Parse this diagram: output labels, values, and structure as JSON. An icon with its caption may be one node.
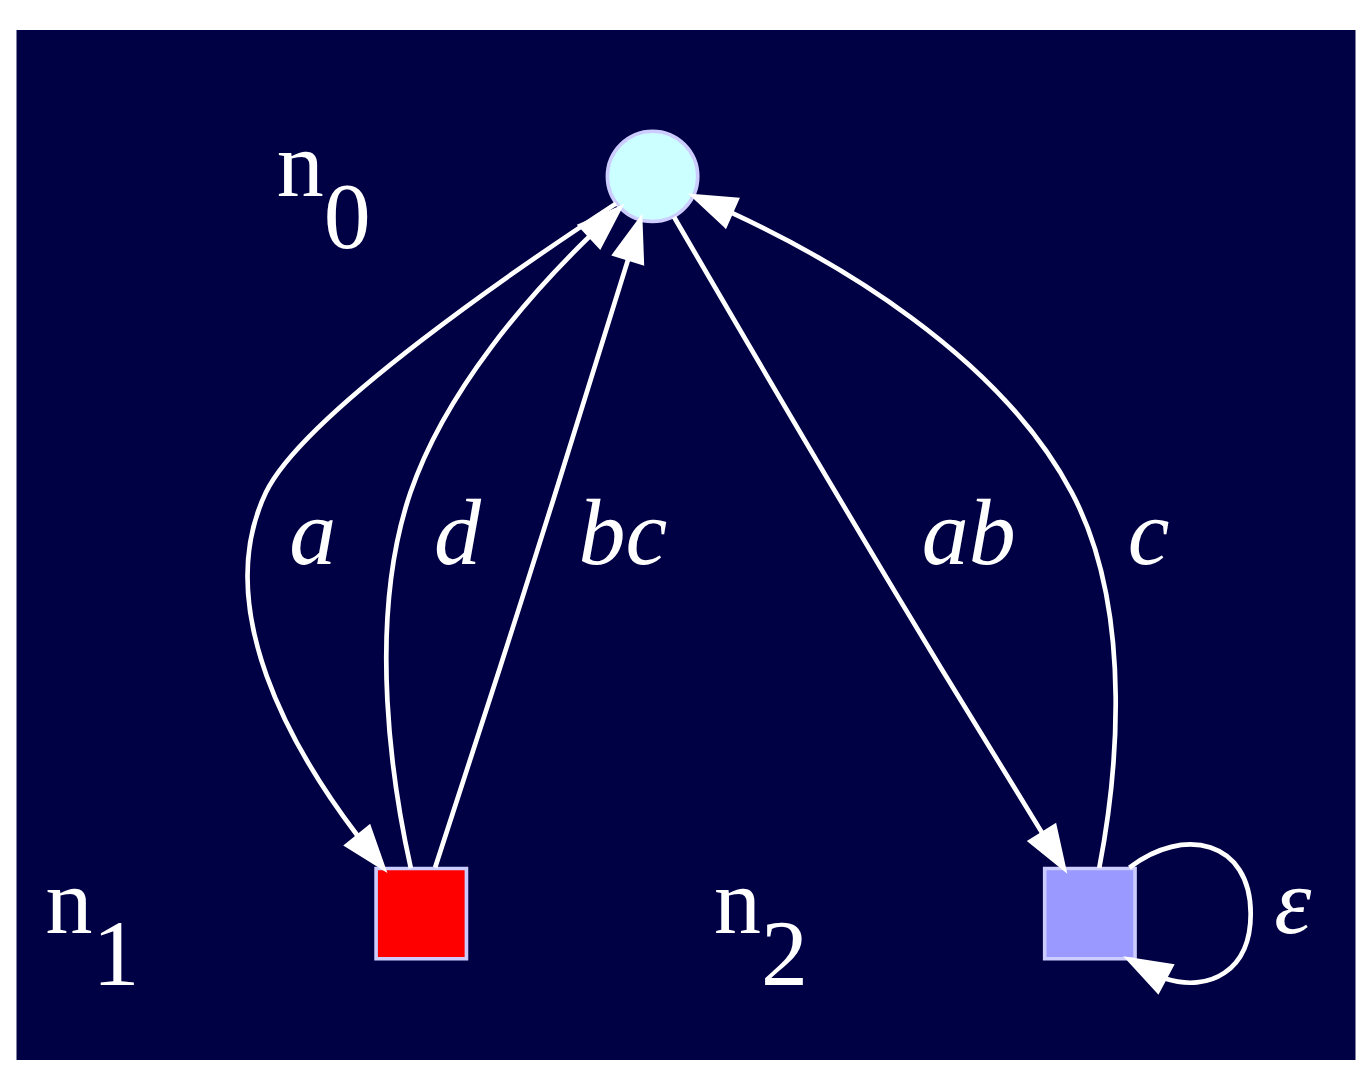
{
  "diagram": {
    "nodes": [
      {
        "text": [],
        "shape": "circle",
        "beside": [
          "n$_{0}$"
        ]
      },
      {
        "text": [],
        "shape": "box",
        "beside": [
          "n$_{1}$"
        ]
      },
      {
        "text": [],
        "shape": "box",
        "beside": [
          "n$_{2}$"
        ]
      }
    ],
    "edges": [
      {
        "from": 1,
        "to": 0,
        "arrow": "to",
        "label": "d"
      },
      {
        "from": 0,
        "to": 1,
        "arrow": "to",
        "label": "a"
      },
      {
        "from": 1,
        "to": 0,
        "arrow": "to",
        "label": "bc"
      },
      {
        "from": 2,
        "to": 0,
        "arrow": "to",
        "label": "c"
      },
      {
        "from": 0,
        "to": 2,
        "arrow": "to",
        "label": "ab"
      },
      {
        "from": 2,
        "to": 2,
        "arrow": "to",
        "label": "ε"
      }
    ]
  }
}
